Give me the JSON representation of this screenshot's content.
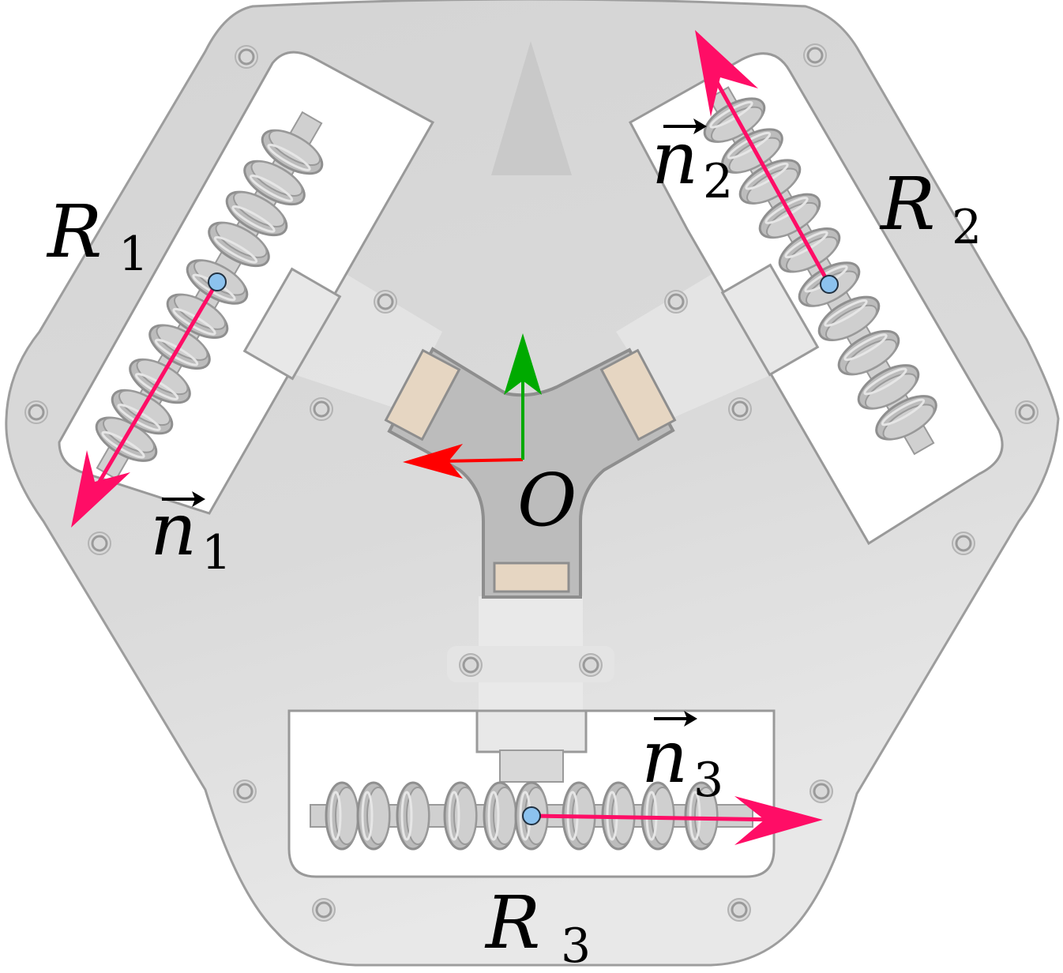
{
  "origin": {
    "label": "O"
  },
  "axes": {
    "x_color": "#ff0000",
    "y_color": "#00aa00"
  },
  "wheels": [
    {
      "name": "R",
      "sub": "1",
      "normal": "n",
      "normal_sub": "1"
    },
    {
      "name": "R",
      "sub": "2",
      "normal": "n",
      "normal_sub": "2"
    },
    {
      "name": "R",
      "sub": "3",
      "normal": "n",
      "normal_sub": "3"
    }
  ],
  "colors": {
    "chassis": "#d6d6d6",
    "chassis_edge": "#999999",
    "normal_vector": "#ff0d66",
    "contact_point": "#8cc2ee",
    "pad": "#e6d6c2",
    "hub": "#bdbdbd"
  }
}
